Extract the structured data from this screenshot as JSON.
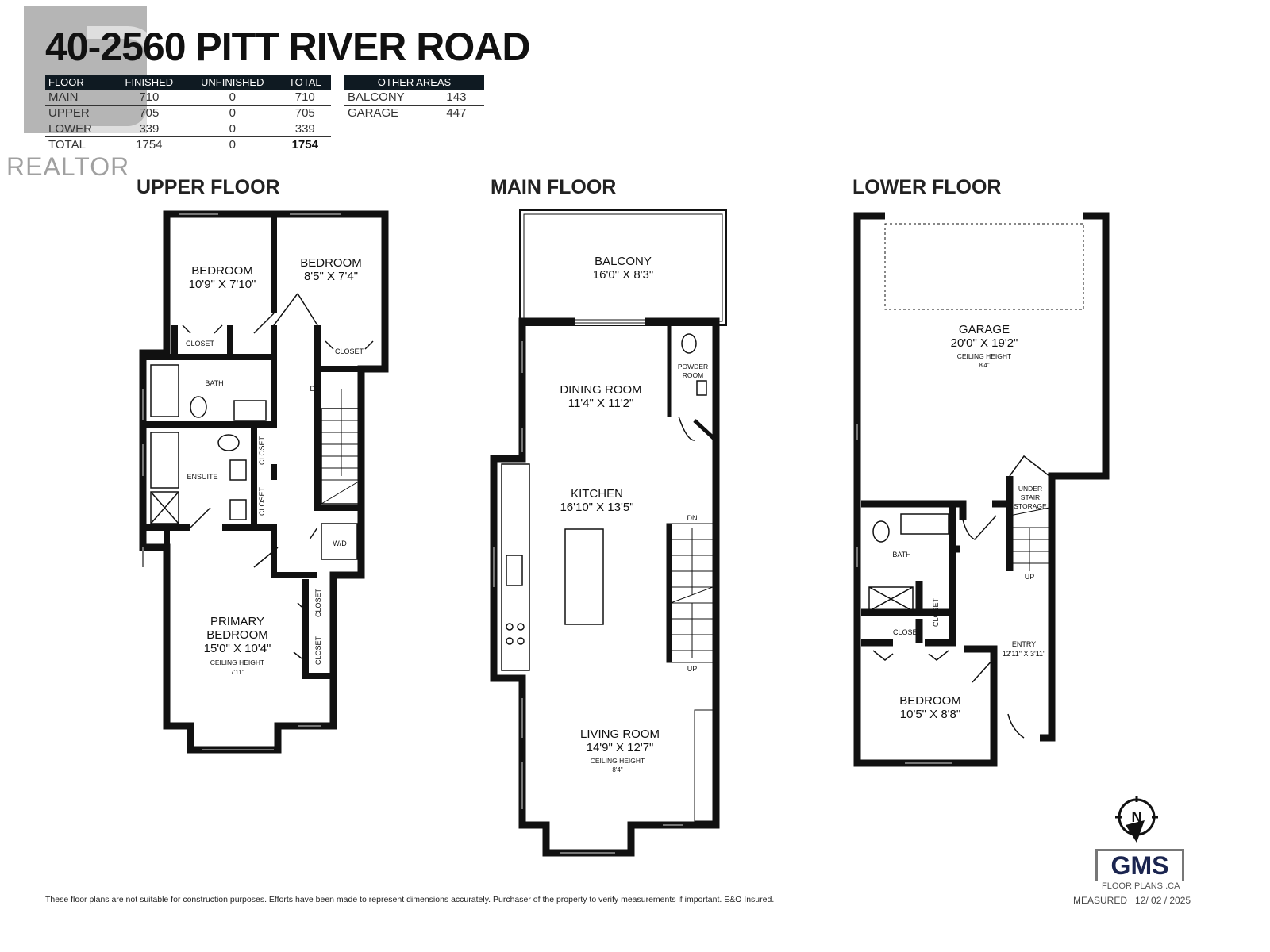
{
  "title": "40-2560 PITT RIVER ROAD",
  "area_table": {
    "headers": [
      "FLOOR",
      "FINISHED",
      "UNFINISHED",
      "TOTAL"
    ],
    "rows": [
      [
        "MAIN",
        "710",
        "0",
        "710"
      ],
      [
        "UPPER",
        "705",
        "0",
        "705"
      ],
      [
        "LOWER",
        "339",
        "0",
        "339"
      ],
      [
        "TOTAL",
        "1754",
        "0",
        "1754"
      ]
    ]
  },
  "other_areas": {
    "header": "OTHER AREAS",
    "rows": [
      [
        "BALCONY",
        "143"
      ],
      [
        "GARAGE",
        "447"
      ]
    ]
  },
  "watermark": "REALTOR",
  "floors": {
    "upper": {
      "heading": "UPPER FLOOR",
      "rooms": {
        "bedroom1": {
          "name": "BEDROOM",
          "dims": "10'9\" X 7'10\""
        },
        "bedroom2": {
          "name": "BEDROOM",
          "dims": "8'5\" X 7'4\""
        },
        "closet1": "CLOSET",
        "closet2": "CLOSET",
        "bath": "BATH",
        "ensuite": "ENSUITE",
        "closet3": "CLOSET",
        "closet4": "CLOSET",
        "dn": "DN",
        "wd": "W/D",
        "primary": {
          "name1": "PRIMARY",
          "name2": "BEDROOM",
          "dims": "15'0\" X 10'4\"",
          "ceiling_label": "CEILING HEIGHT",
          "ceiling": "7'11\""
        },
        "closet5": "CLOSET",
        "closet6": "CLOSET"
      }
    },
    "main": {
      "heading": "MAIN FLOOR",
      "rooms": {
        "balcony": {
          "name": "BALCONY",
          "dims": "16'0\" X 8'3\""
        },
        "dining": {
          "name": "DINING ROOM",
          "dims": "11'4\" X 11'2\""
        },
        "powder1": "POWDER",
        "powder2": "ROOM",
        "kitchen": {
          "name": "KITCHEN",
          "dims": "16'10\" X 13'5\""
        },
        "dn": "DN",
        "up": "UP",
        "living": {
          "name": "LIVING ROOM",
          "dims": "14'9\" X 12'7\"",
          "ceiling_label": "CEILING HEIGHT",
          "ceiling": "8'4\""
        }
      }
    },
    "lower": {
      "heading": "LOWER FLOOR",
      "rooms": {
        "garage": {
          "name": "GARAGE",
          "dims": "20'0\" X 19'2\"",
          "ceiling_label": "CEILING HEIGHT",
          "ceiling": "8'4\""
        },
        "storage1": "UNDER",
        "storage2": "STAIR",
        "storage3": "STORAGE",
        "bath": "BATH",
        "up": "UP",
        "closet1": "CLOSET",
        "closet2": "CLOSET",
        "entry": {
          "name": "ENTRY",
          "dims": "12'11\" X 3'11\""
        },
        "bedroom": {
          "name": "BEDROOM",
          "dims": "10'5\" X 8'8\""
        }
      }
    }
  },
  "disclaimer": "These floor plans are not suitable for construction purposes. Efforts have been made to represent dimensions accurately.  Purchaser of the property to verify measurements if important.  E&O Insured.",
  "logo": {
    "brand": "GMS",
    "sub": "FLOOR PLANS .CA",
    "compass": "N"
  },
  "measured_label": "MEASURED",
  "measured_date": "12/ 02 / 2025"
}
